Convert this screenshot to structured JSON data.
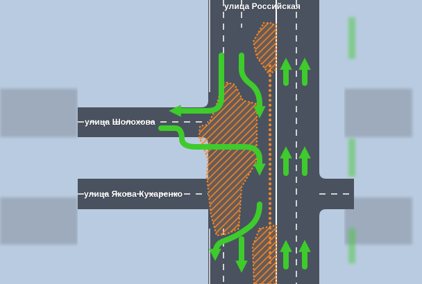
{
  "streets": {
    "rossiyskaya": "улица Российская",
    "sholokhova": "улица Шолохова",
    "kukharenko": "улица Якова Кухаренко"
  },
  "colors": {
    "background": "#b9cbe0",
    "road": "#4a525f",
    "lane_marking": "#ffffff",
    "arrow": "#3ecb2c",
    "hatch": "#f0862a"
  },
  "icons": [
    "arrow-up-icon",
    "arrow-down-icon",
    "arrow-left-icon",
    "turn-arrow-icon"
  ]
}
